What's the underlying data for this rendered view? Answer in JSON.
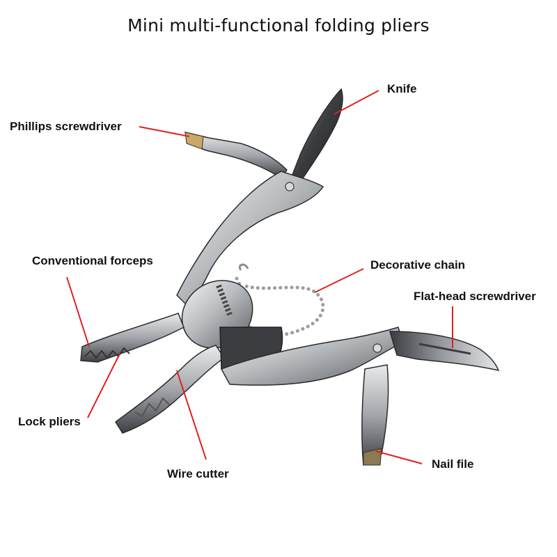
{
  "title": "Mini multi-functional folding pliers",
  "labels": {
    "knife": "Knife",
    "phillips": "Phillips screwdriver",
    "forceps": "Conventional forceps",
    "chain": "Decorative chain",
    "flathead": "Flat-head screwdriver",
    "lock_pliers": "Lock pliers",
    "wire_cutter": "Wire cutter",
    "nail_file": "Nail file"
  },
  "colors": {
    "leader": "#e0201c",
    "steel_light": "#d4d6d8",
    "steel_dark": "#2c2e31"
  }
}
